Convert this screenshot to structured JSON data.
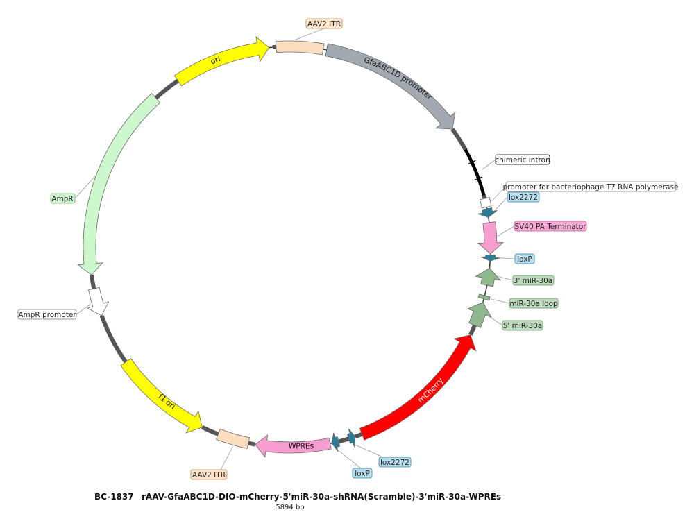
{
  "map": {
    "id": "BC-1837",
    "name": "rAAV-GfaABC1D-DIO-mCherry-5'miR-30a-shRNA(Scramble)-3'miR-30a-WPREs",
    "size": "5894 bp"
  },
  "features": [
    {
      "name": "AAV2 ITR",
      "kind": "box",
      "color": "#fbdfc0",
      "label": "outside"
    },
    {
      "name": "GfaABC1D promoter",
      "kind": "arrow",
      "color": "#a3a9b1",
      "label": "arc"
    },
    {
      "name": "chimeric intron",
      "kind": "line",
      "color": "#000000",
      "label": "outside"
    },
    {
      "name": "promoter for bacteriophage T7 RNA polymerase",
      "kind": "box",
      "color": "#ffffff",
      "label": "outside"
    },
    {
      "name": "lox2272",
      "kind": "arrow",
      "color": "#2b7c96",
      "label": "outside"
    },
    {
      "name": "SV40 PA Terminator",
      "kind": "arrow",
      "color": "#f79ed1",
      "label": "outside"
    },
    {
      "name": "loxP",
      "kind": "arrow",
      "color": "#2b7c96",
      "label": "outside"
    },
    {
      "name": "3' miR-30a",
      "kind": "arrow",
      "color": "#8fb88f",
      "label": "outside"
    },
    {
      "name": "miR-30a loop",
      "kind": "box",
      "color": "#8fb88f",
      "label": "outside"
    },
    {
      "name": "5' miR-30a",
      "kind": "arrow",
      "color": "#8fb88f",
      "label": "outside"
    },
    {
      "name": "mCherry",
      "kind": "arrow",
      "color": "#ff0000",
      "label": "arc"
    },
    {
      "name": "lox2272",
      "kind": "arrow",
      "color": "#2b7c96",
      "label": "outside"
    },
    {
      "name": "loxP",
      "kind": "arrow",
      "color": "#2b7c96",
      "label": "outside"
    },
    {
      "name": "WPREs",
      "kind": "arrow",
      "color": "#f79ed1",
      "label": "arc"
    },
    {
      "name": "AAV2 ITR",
      "kind": "box",
      "color": "#fbdfc0",
      "label": "outside"
    },
    {
      "name": "f1 ori",
      "kind": "arrow",
      "color": "#ffff00",
      "label": "arc"
    },
    {
      "name": "AmpR promoter",
      "kind": "arrow",
      "color": "#ffffff",
      "label": "outside"
    },
    {
      "name": "AmpR",
      "kind": "arrow",
      "color": "#cdf7cd",
      "label": "outside"
    },
    {
      "name": "ori",
      "kind": "arrow",
      "color": "#ffff00",
      "label": "arc"
    }
  ],
  "label_styles": {
    "AAV2 ITR": {
      "fill": "#fbe3c7",
      "stroke": "#c9a27a"
    },
    "chimeric intron": {
      "fill": "#ffffff",
      "stroke": "#333333"
    },
    "promoter for bacteriophage T7 RNA polymerase": {
      "fill": "#ffffff",
      "stroke": "#999999"
    },
    "lox2272": {
      "fill": "#b9dfee",
      "stroke": "#5a9ab5"
    },
    "loxP": {
      "fill": "#b9dfee",
      "stroke": "#5a9ab5"
    },
    "SV40 PA Terminator": {
      "fill": "#f9a9d6",
      "stroke": "#d07aae"
    },
    "3' miR-30a": {
      "fill": "#bcd9bc",
      "stroke": "#7ea67e"
    },
    "miR-30a loop": {
      "fill": "#bcd9bc",
      "stroke": "#7ea67e"
    },
    "5' miR-30a": {
      "fill": "#bcd9bc",
      "stroke": "#7ea67e"
    },
    "AmpR promoter": {
      "fill": "#ffffff",
      "stroke": "#999999"
    },
    "AmpR": {
      "fill": "#cdf0cd",
      "stroke": "#8cbf8c"
    }
  }
}
